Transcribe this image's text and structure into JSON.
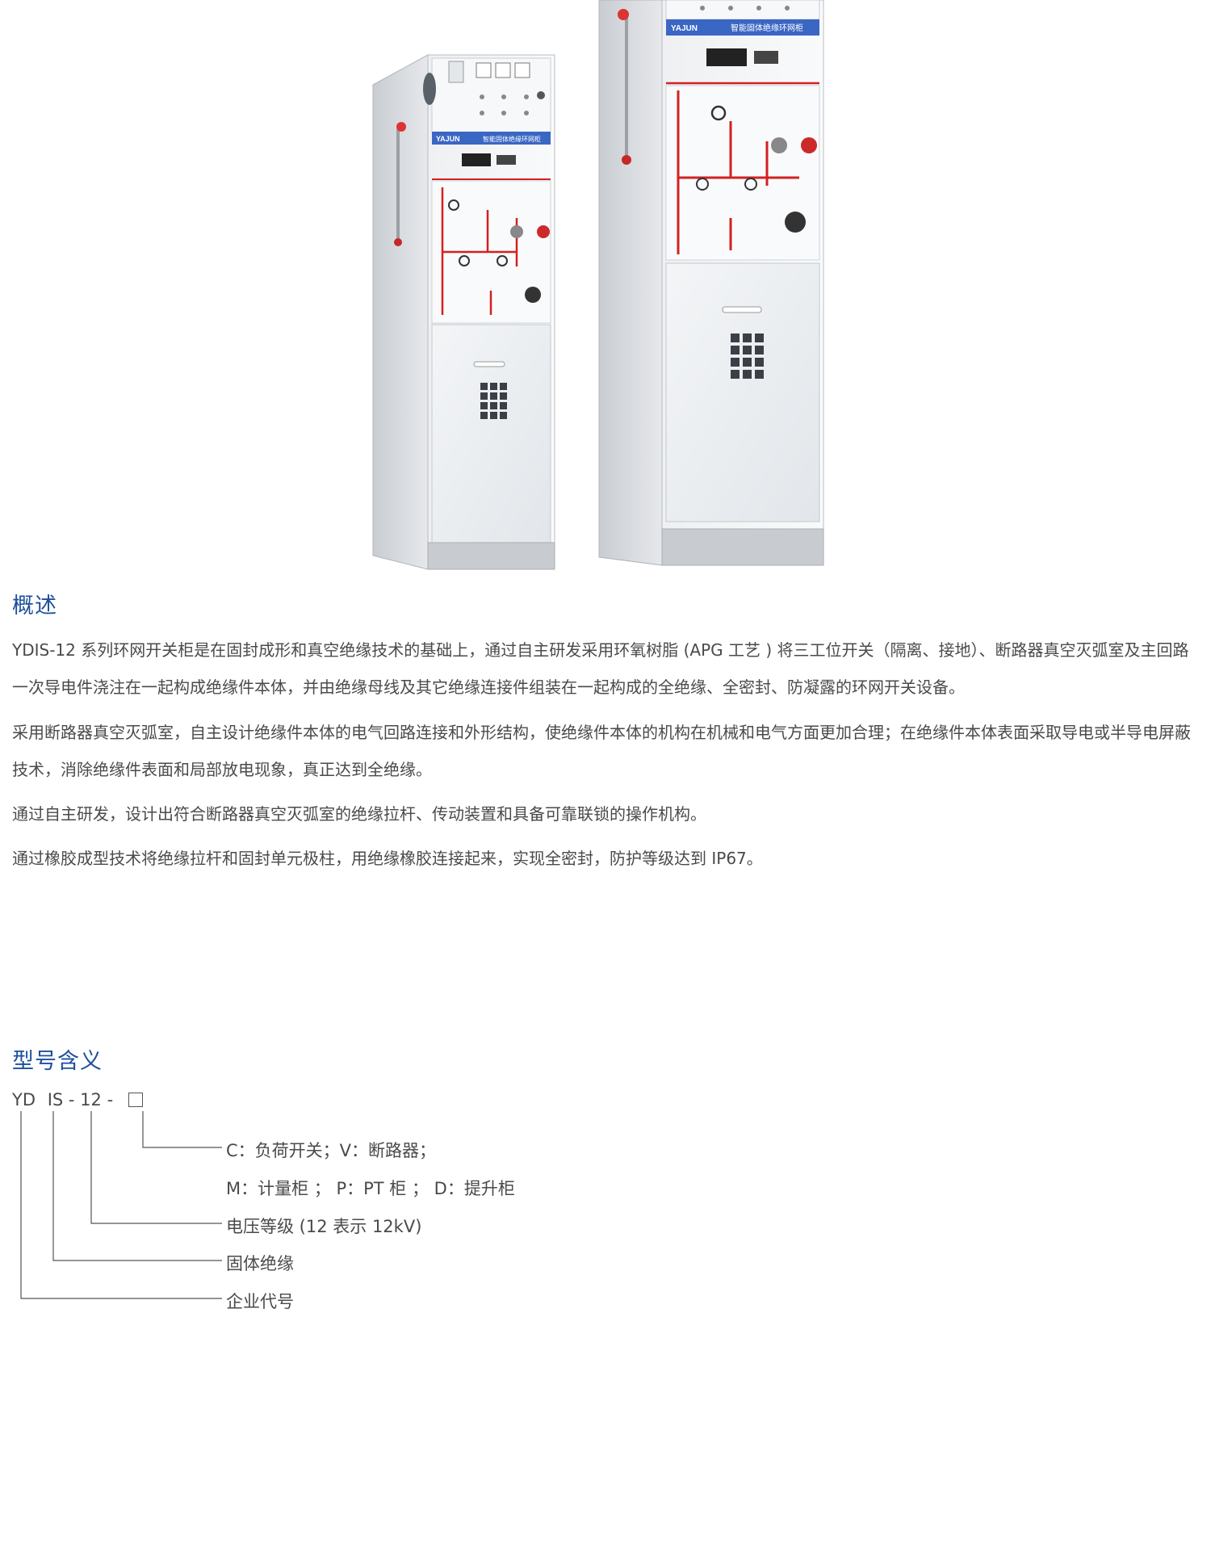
{
  "overview": {
    "title": "概述",
    "paragraphs": [
      "YDIS-12 系列环网开关柜是在固封成形和真空绝缘技术的基础上，通过自主研发采用环氧树脂 (APG 工艺 ) 将三工位开关（隔离、接地）、断路器真空灭弧室及主回路一次导电件浇注在一起构成绝缘件本体，并由绝缘母线及其它绝缘连接件组装在一起构成的全绝缘、全密封、防凝露的环网开关设备。",
      "采用断路器真空灭弧室，自主设计绝缘件本体的电气回路连接和外形结构，使绝缘件本体的机构在机械和电气方面更加合理；在绝缘件本体表面采取导电或半导电屏蔽技术，消除绝缘件表面和局部放电现象，真正达到全绝缘。",
      "通过自主研发，设计出符合断路器真空灭弧室的绝缘拉杆、传动装置和具备可靠联锁的操作机构。",
      "通过橡胶成型技术将绝缘拉杆和固封单元极柱，用绝缘橡胶连接起来，实现全密封，防护等级达到 IP67。"
    ]
  },
  "model_meaning": {
    "title": "型号含义",
    "code_parts": [
      "YD",
      "IS",
      "-",
      "12",
      "-"
    ],
    "legend": [
      "C：负荷开关；V：断路器；",
      "M：计量柜 ；  P：PT 柜 ；  D：提升柜",
      "电压等级 (12 表示 12kV)",
      "固体绝缘",
      "企业代号"
    ]
  },
  "cabinet_panel": {
    "brand": "YAJUN",
    "panel_title": "智能固体绝缘环网柜"
  },
  "colors": {
    "heading": "#1e4f9c",
    "body_text": "#4a4a4a",
    "panel_stripe": "#3a66c4",
    "mimic_red": "#d42020"
  }
}
